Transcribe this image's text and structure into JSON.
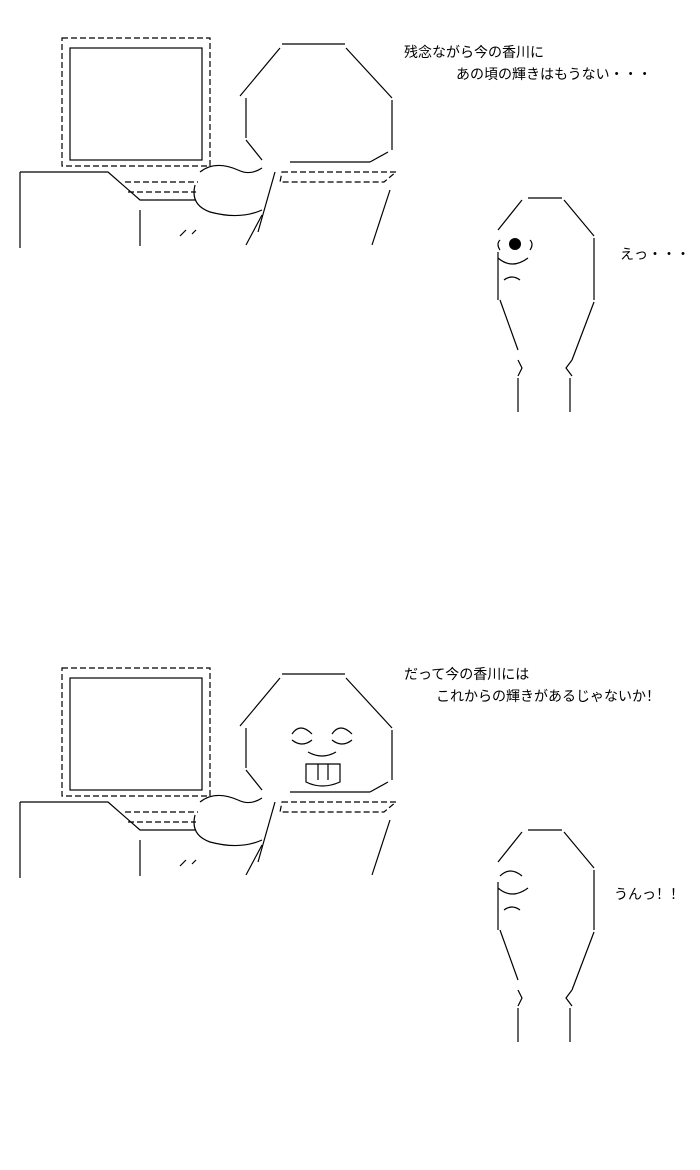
{
  "panel_1": {
    "dialogue_left": [
      "残念ながら今の香川に",
      "あの頃の輝きはもうない・・・"
    ],
    "dialogue_right": "えっ・・・"
  },
  "panel_2": {
    "dialogue_left": [
      "だって今の香川には",
      "これからの輝きがあるじゃないか！"
    ],
    "dialogue_right": "うんっ！！"
  }
}
